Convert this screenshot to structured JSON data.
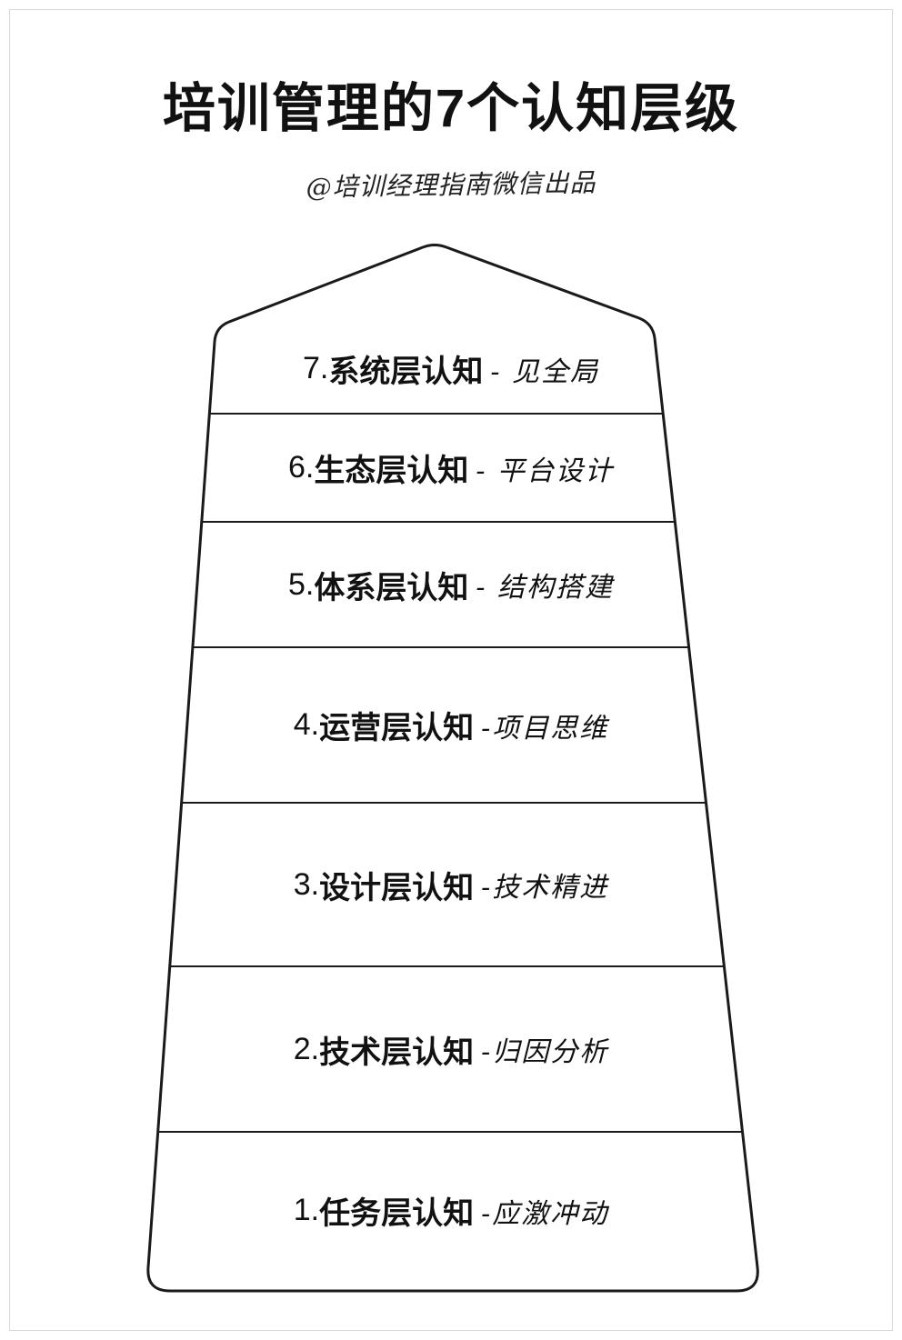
{
  "header": {
    "title": "培训管理的7个认知层级",
    "subtitle": "@培训经理指南微信出品"
  },
  "pyramid": {
    "levels": [
      {
        "num": "7.",
        "name": "系统层认知",
        "suffix": "- 见全局"
      },
      {
        "num": "6.",
        "name": "生态层认知",
        "suffix": "- 平台设计"
      },
      {
        "num": "5.",
        "name": "体系层认知",
        "suffix": "- 结构搭建"
      },
      {
        "num": "4.",
        "name": "运营层认知",
        "suffix": "-项目思维"
      },
      {
        "num": "3.",
        "name": "设计层认知",
        "suffix": "-技术精进"
      },
      {
        "num": "2.",
        "name": "技术层认知",
        "suffix": "-归因分析"
      },
      {
        "num": "1.",
        "name": "任务层认知",
        "suffix": "-应激冲动"
      }
    ],
    "colors": {
      "outline": "#1a1a1a",
      "divider": "#1a1a1a",
      "text": "#111111"
    }
  }
}
